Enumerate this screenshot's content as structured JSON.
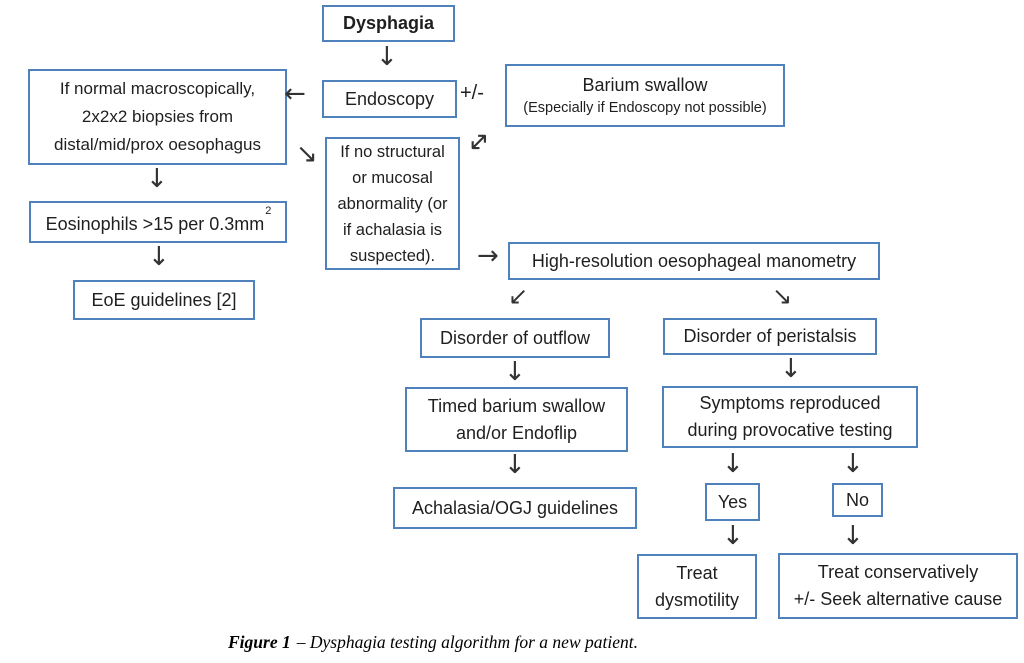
{
  "colors": {
    "box_border": "#4f81bd",
    "text": "#1f1f1f",
    "arrow": "#333333"
  },
  "glyphs": {
    "down": "↓",
    "left": "←",
    "right": "→",
    "down_left": "↙",
    "down_right": "↘",
    "double_diagonal": "↔",
    "plus_minus": "+/-"
  },
  "nodes": {
    "dysphagia": {
      "label": "Dysphagia"
    },
    "endoscopy": {
      "label": "Endoscopy"
    },
    "barium": {
      "line1": "Barium swallow",
      "line2": "(Especially if Endoscopy not possible)"
    },
    "biopsies": {
      "line1": "If normal macroscopically,",
      "line2": "2x2x2 biopsies from",
      "line3": "distal/mid/prox oesophagus"
    },
    "eosinophils": {
      "text": "Eosinophils >15 per 0.3mm",
      "sup": "2"
    },
    "eoe": {
      "label": "EoE guidelines [2]"
    },
    "structural": {
      "line1": "If no structural",
      "line2": "or mucosal",
      "line3": "abnormality (or",
      "line4": "if achalasia is",
      "line5": "suspected)."
    },
    "manometry": {
      "label": "High-resolution oesophageal manometry"
    },
    "outflow": {
      "label": "Disorder of outflow"
    },
    "timed": {
      "line1": "Timed barium swallow",
      "line2": "and/or Endoflip"
    },
    "achalasia": {
      "label": "Achalasia/OGJ guidelines"
    },
    "peristalsis": {
      "label": "Disorder of peristalsis"
    },
    "symptoms": {
      "line1": "Symptoms reproduced",
      "line2": "during provocative testing"
    },
    "yes": {
      "label": "Yes"
    },
    "no": {
      "label": "No"
    },
    "treat_dysmotility": {
      "line1": "Treat",
      "line2": "dysmotility"
    },
    "treat_conservatively": {
      "line1": "Treat conservatively",
      "line2": "+/- Seek alternative cause"
    }
  },
  "caption": {
    "label": "Figure 1",
    "text": "– Dysphagia testing algorithm for a new patient."
  }
}
